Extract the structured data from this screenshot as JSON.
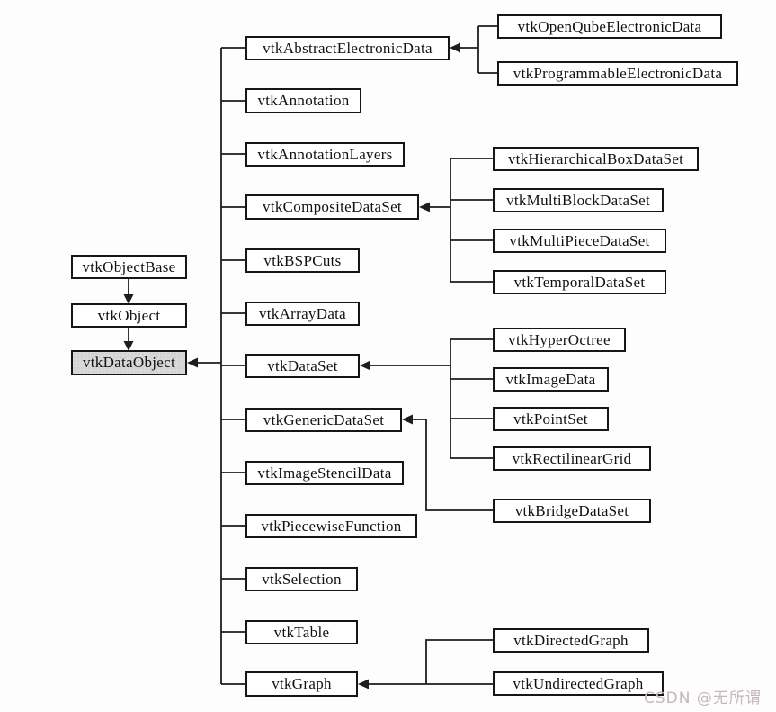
{
  "colors": {
    "line": "#1d1d1d",
    "box_border": "#161616",
    "box_bg": "#ffffff",
    "highlight_bg": "#d9d9d9",
    "page_bg": "#fdfdfd",
    "watermark": "#c5b8b8"
  },
  "watermark": "CSDN @无所谓",
  "nodes": {
    "left_chain": [
      "vtkObjectBase",
      "vtkObject",
      "vtkDataObject"
    ],
    "middle": [
      "vtkAbstractElectronicData",
      "vtkAnnotation",
      "vtkAnnotationLayers",
      "vtkCompositeDataSet",
      "vtkBSPCuts",
      "vtkArrayData",
      "vtkDataSet",
      "vtkGenericDataSet",
      "vtkImageStencilData",
      "vtkPiecewiseFunction",
      "vtkSelection",
      "vtkTable",
      "vtkGraph"
    ],
    "right": {
      "abstract_electronic_data_children": [
        "vtkOpenQubeElectronicData",
        "vtkProgrammableElectronicData"
      ],
      "composite_data_set_children": [
        "vtkHierarchicalBoxDataSet",
        "vtkMultiBlockDataSet",
        "vtkMultiPieceDataSet",
        "vtkTemporalDataSet"
      ],
      "data_set_children": [
        "vtkHyperOctree",
        "vtkImageData",
        "vtkPointSet",
        "vtkRectilinearGrid"
      ],
      "generic_data_set_children": [
        "vtkBridgeDataSet"
      ],
      "graph_children": [
        "vtkDirectedGraph",
        "vtkUndirectedGraph"
      ]
    }
  }
}
